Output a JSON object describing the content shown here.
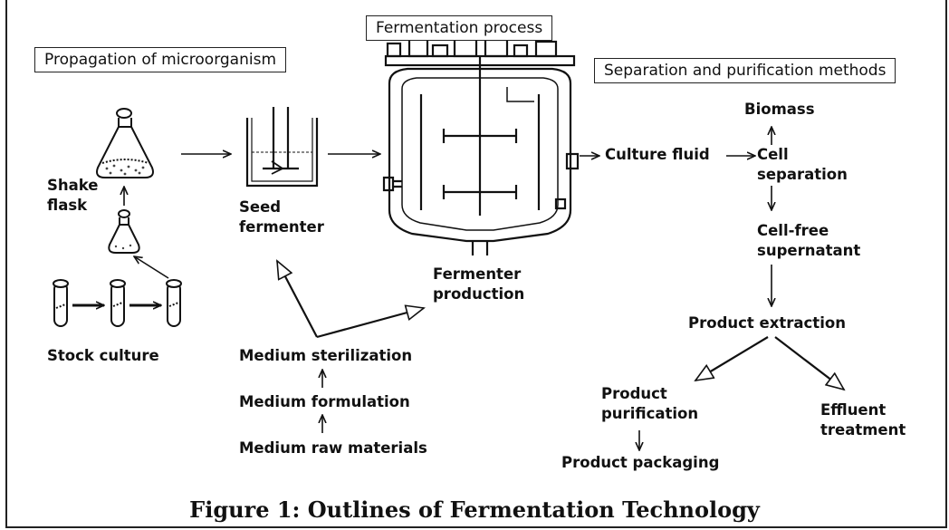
{
  "headers": {
    "propagation": "Propagation of microorganism",
    "fermentation": "Fermentation process",
    "separation": "Separation and purification methods"
  },
  "labels": {
    "shake_flask_1": "Shake",
    "shake_flask_2": "flask",
    "stock_culture": "Stock culture",
    "seed_1": "Seed",
    "seed_2": "fermenter",
    "fermenter_prod_1": "Fermenter",
    "fermenter_prod_2": "production",
    "medium_sterilization": "Medium sterilization",
    "medium_formulation": "Medium formulation",
    "medium_raw": "Medium raw materials",
    "culture_fluid": "Culture fluid",
    "biomass": "Biomass",
    "cell_sep_1": "Cell",
    "cell_sep_2": "separation",
    "cell_free_1": "Cell-free",
    "cell_free_2": "supernatant",
    "product_extraction": "Product extraction",
    "product_purification_1": "Product",
    "product_purification_2": "purification",
    "effluent_1": "Effluent",
    "effluent_2": "treatment",
    "product_packaging": "Product packaging"
  },
  "caption": "Figure 1: Outlines of Fermentation Technology"
}
